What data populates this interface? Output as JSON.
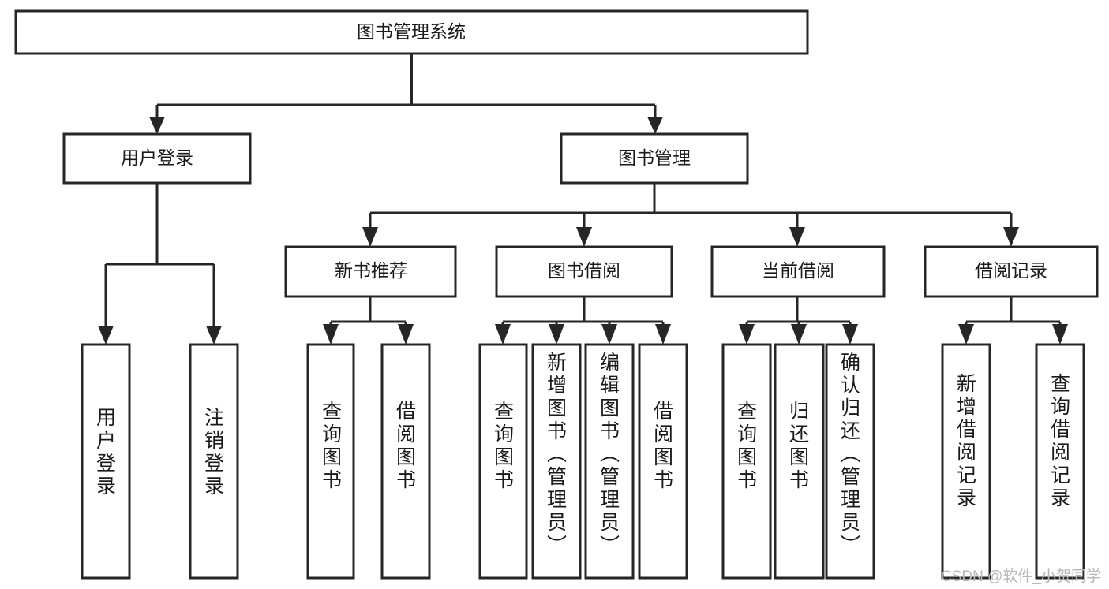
{
  "diagram": {
    "title": "图书管理系统",
    "type": "tree",
    "orientation": "top-down",
    "colors": {
      "stroke": "#262626",
      "fill": "#ffffff",
      "text": "#1a1a1a",
      "watermark": "#b7b7b7",
      "background": "#ffffff"
    },
    "root": {
      "id": "root",
      "label": "图书管理系统"
    },
    "level2": [
      {
        "id": "user-login",
        "label": "用户登录"
      },
      {
        "id": "book-manage",
        "label": "图书管理"
      }
    ],
    "level3": [
      {
        "id": "new-book-rec",
        "label": "新书推荐"
      },
      {
        "id": "book-borrow",
        "label": "图书借阅"
      },
      {
        "id": "current-borrow",
        "label": "当前借阅"
      },
      {
        "id": "borrow-record",
        "label": "借阅记录"
      }
    ],
    "leaves": {
      "user_login": [
        {
          "id": "leaf-user-login",
          "label": "用户登录"
        },
        {
          "id": "leaf-user-logout",
          "label": "注销登录"
        }
      ],
      "new_book_rec": [
        {
          "id": "leaf-query-book-1",
          "label": "查询图书"
        },
        {
          "id": "leaf-borrow-book-1",
          "label": "借阅图书"
        }
      ],
      "book_borrow": [
        {
          "id": "leaf-query-book-2",
          "label": "查询图书"
        },
        {
          "id": "leaf-add-book",
          "label": "新增图书（管理员）"
        },
        {
          "id": "leaf-edit-book",
          "label": "编辑图书（管理员）"
        },
        {
          "id": "leaf-borrow-book-2",
          "label": "借阅图书"
        }
      ],
      "current_borrow": [
        {
          "id": "leaf-query-book-3",
          "label": "查询图书"
        },
        {
          "id": "leaf-return-book",
          "label": "归还图书"
        },
        {
          "id": "leaf-confirm-return",
          "label": "确认归还（管理员）"
        }
      ],
      "borrow_record": [
        {
          "id": "leaf-add-record",
          "label": "新增借阅记录"
        },
        {
          "id": "leaf-query-record",
          "label": "查询借阅记录"
        }
      ]
    }
  },
  "watermark": {
    "text": "CSDN @软件_小贺同学"
  }
}
